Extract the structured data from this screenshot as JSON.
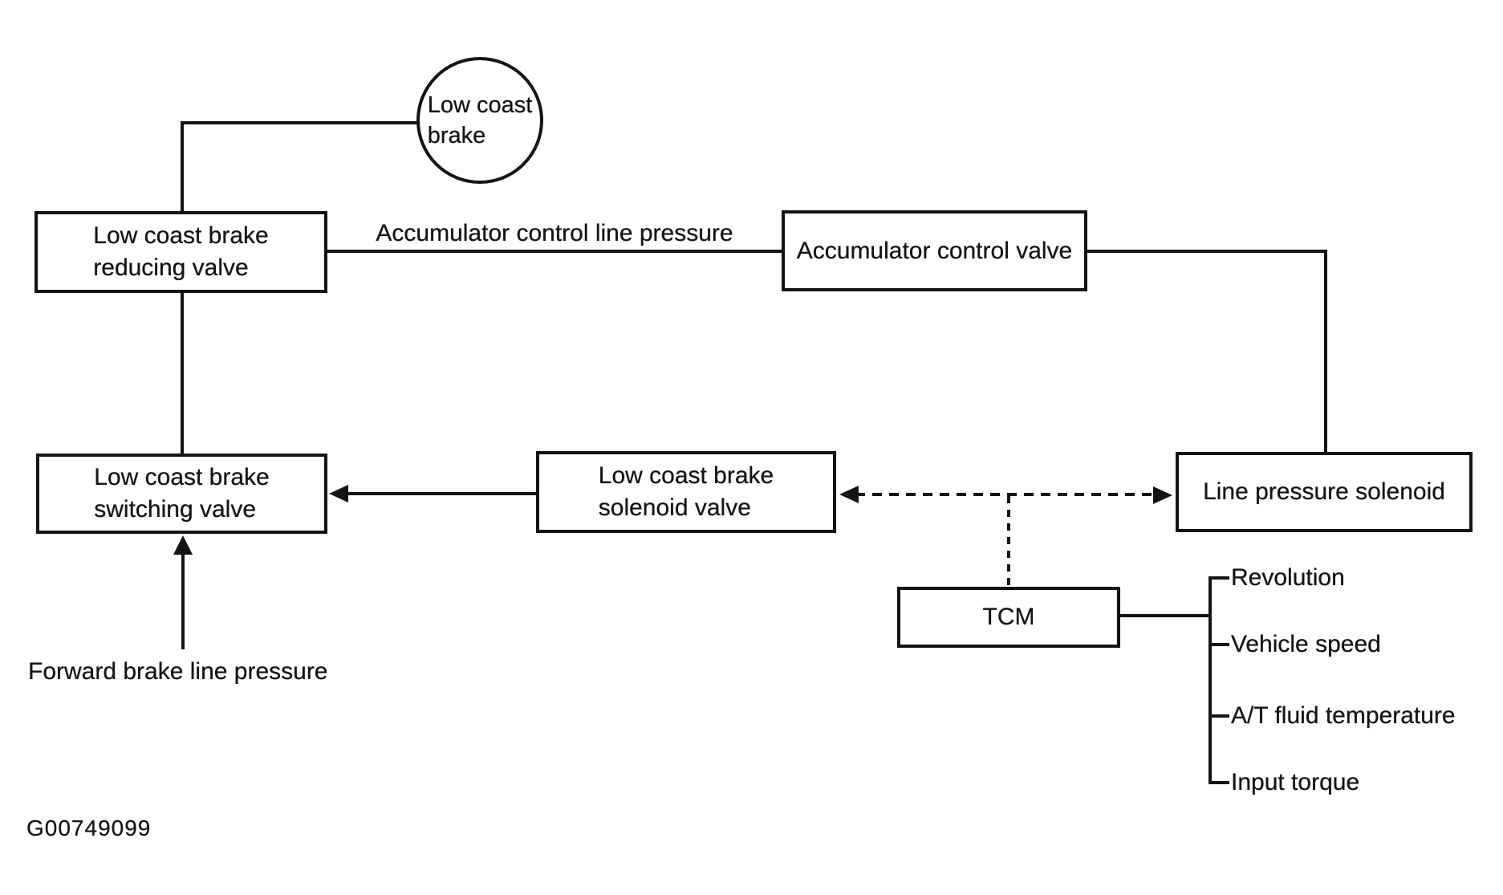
{
  "diagram": {
    "title_implicit": "A/T line pressure control hydraulic diagram",
    "figure_id": "G00749099",
    "colors": {
      "ink": "#141414",
      "background": "#ffffff"
    },
    "nodes": {
      "low_coast_brake": {
        "line1": "Low coast",
        "line2": "brake",
        "shape": "circle"
      },
      "reducing_valve": {
        "line1": "Low coast brake",
        "line2": "reducing valve",
        "shape": "rect"
      },
      "accumulator_valve": {
        "label": "Accumulator control valve",
        "shape": "rect"
      },
      "switching_valve": {
        "line1": "Low coast brake",
        "line2": "switching valve",
        "shape": "rect"
      },
      "solenoid_valve": {
        "line1": "Low coast brake",
        "line2": "solenoid valve",
        "shape": "rect"
      },
      "line_pressure_solenoid": {
        "label": "Line pressure solenoid",
        "shape": "rect"
      },
      "tcm": {
        "label": "TCM",
        "shape": "rect"
      }
    },
    "edge_labels": {
      "accumulator_line": "Accumulator control line pressure",
      "forward_brake": "Forward brake line pressure"
    },
    "tcm_inputs": [
      "Revolution",
      "Vehicle speed",
      "A/T fluid temperature",
      "Input torque"
    ]
  }
}
